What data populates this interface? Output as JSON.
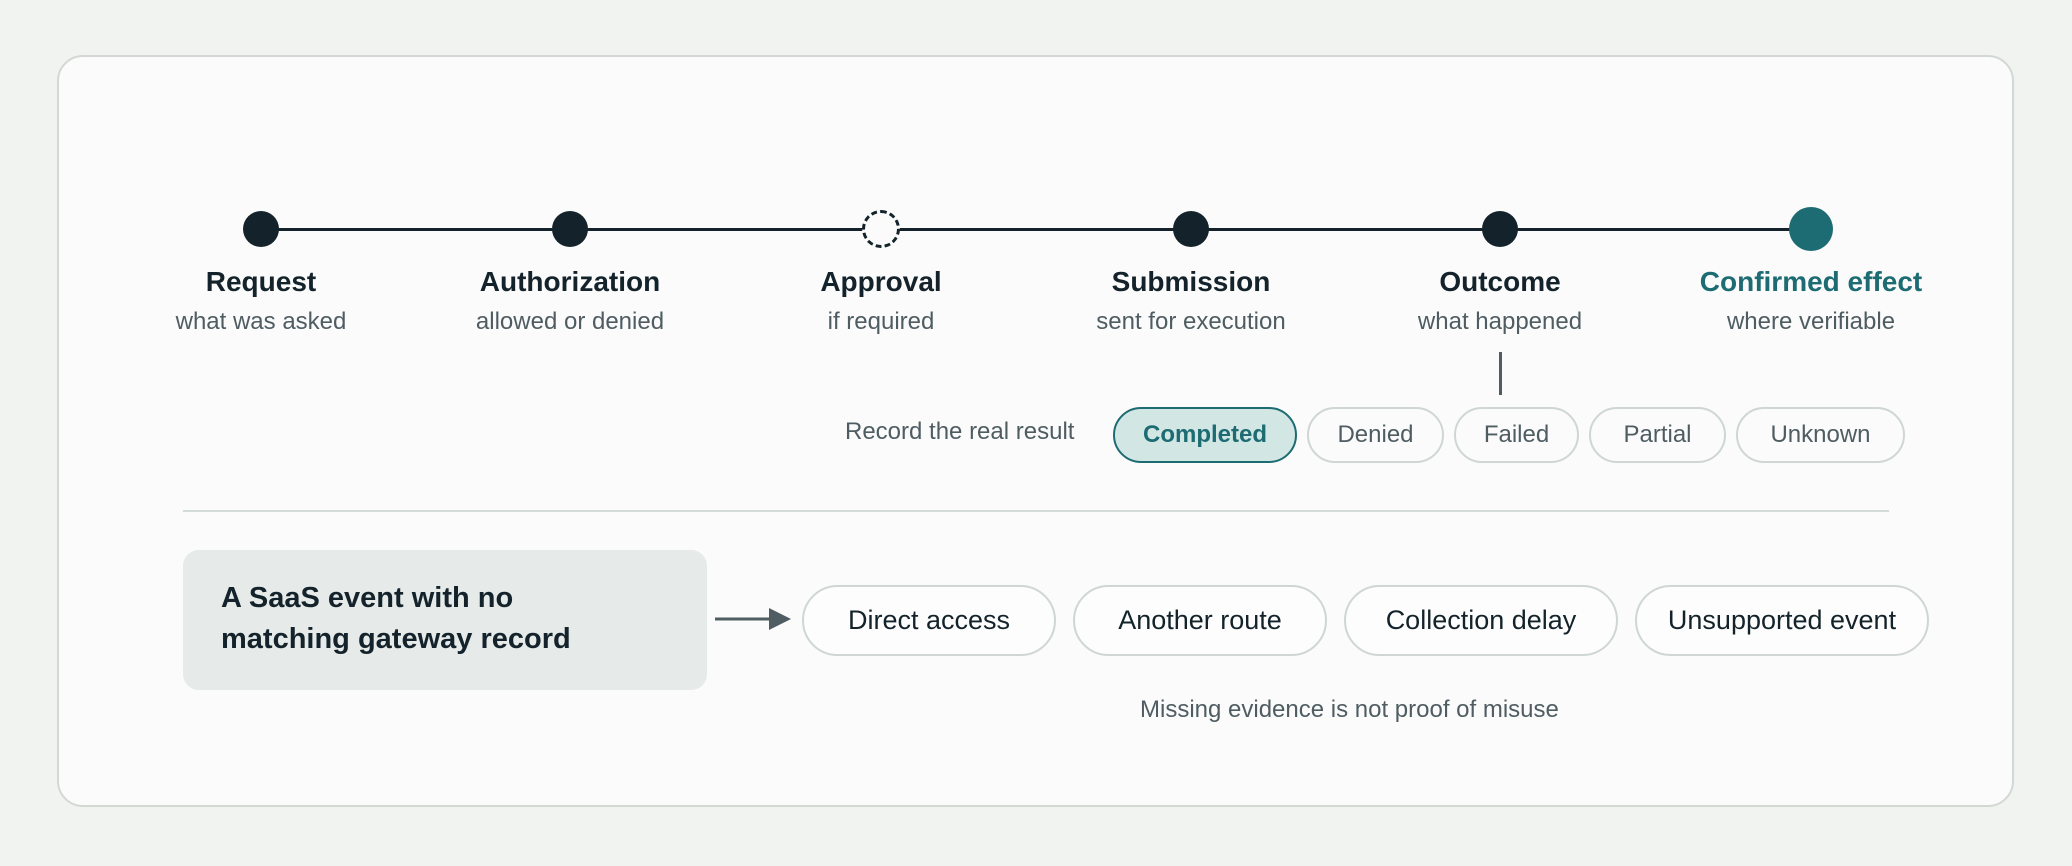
{
  "stages": [
    {
      "title": "Request",
      "subtitle": "what was asked"
    },
    {
      "title": "Authorization",
      "subtitle": "allowed or denied"
    },
    {
      "title": "Approval",
      "subtitle": "if required"
    },
    {
      "title": "Submission",
      "subtitle": "sent for execution"
    },
    {
      "title": "Outcome",
      "subtitle": "what happened"
    },
    {
      "title": "Confirmed effect",
      "subtitle": "where verifiable"
    }
  ],
  "result_row": {
    "label": "Record the real result",
    "options": [
      "Completed",
      "Denied",
      "Failed",
      "Partial",
      "Unknown"
    ],
    "selected": "Completed"
  },
  "event": {
    "line1": "A SaaS event with no",
    "line2": "matching gateway record"
  },
  "causes": [
    "Direct access",
    "Another route",
    "Collection delay",
    "Unsupported event"
  ],
  "footnote": "Missing evidence is not proof of misuse",
  "colors": {
    "ink": "#14232b",
    "accent": "#1d6c73",
    "accent_fill": "#d2e6e4",
    "muted_text": "#4f5d63",
    "background": "#f1f3f1",
    "card": "#fafbfa"
  }
}
